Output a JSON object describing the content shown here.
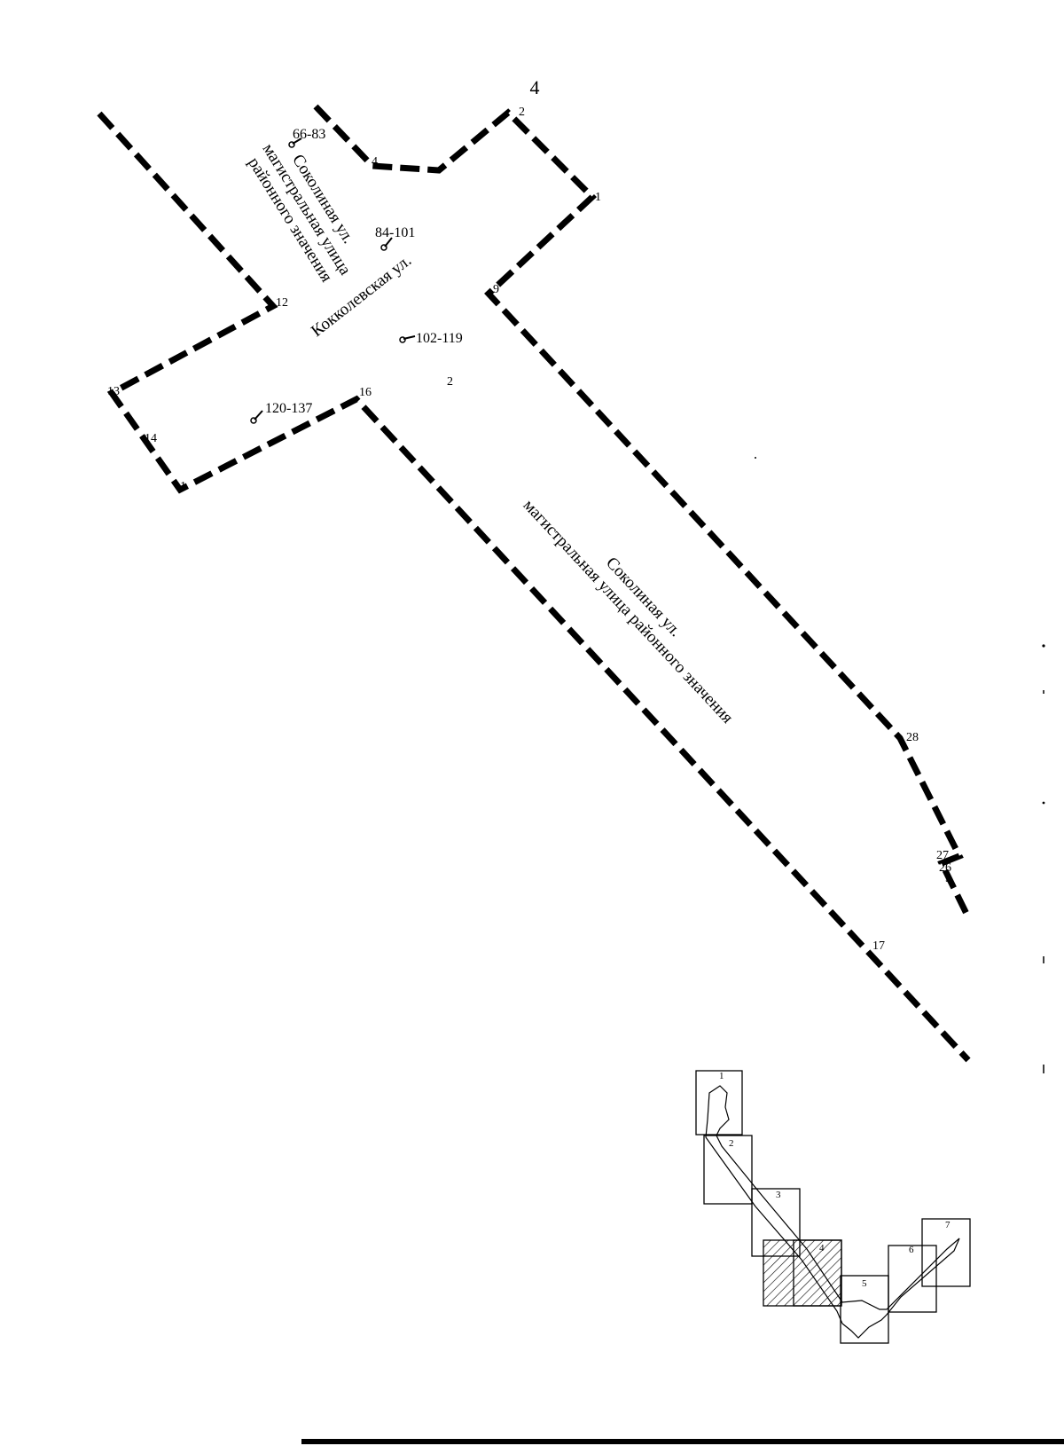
{
  "sheet": {
    "number": "4"
  },
  "points": {
    "p1": "1",
    "p2": "2",
    "p4": "4",
    "p9": "9",
    "p12": "12",
    "p13": "13",
    "p14": "14",
    "p15": "1",
    "p16": "16",
    "p17": "17",
    "p26": "26",
    "p27": "27",
    "p28": "28",
    "p25": "5"
  },
  "parcel_labels": {
    "a": "66-83",
    "b": "84-101",
    "c": "102-119",
    "d": "120-137",
    "zone": "2"
  },
  "streets": {
    "sokolinaya_top": [
      "Соколиная ул.",
      "магистральная улица",
      "районного значения"
    ],
    "kokkolevskaya": "Кокколевская ул.",
    "sokolinaya_main": [
      "Соколиная ул.",
      "магистральная улица районного значения"
    ]
  },
  "index_map": {
    "sheets": [
      "1",
      "2",
      "3",
      "4",
      "5",
      "6",
      "7"
    ],
    "highlighted": "4"
  },
  "colors": {
    "ink": "#000000",
    "paper": "#ffffff"
  }
}
